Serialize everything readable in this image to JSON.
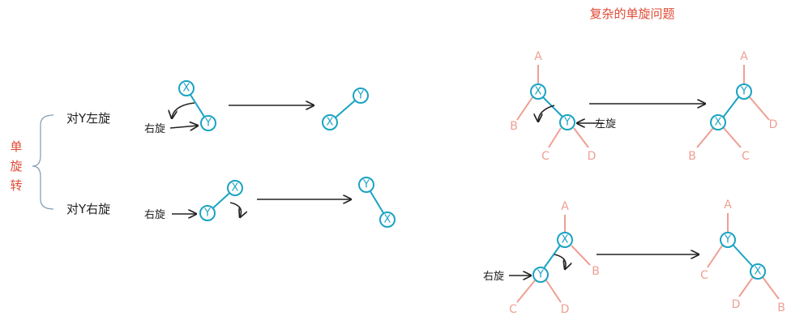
{
  "colors": {
    "blue": "#1aa3c2",
    "pink": "#ef9f93",
    "red": "#e04a34",
    "black": "#222222"
  },
  "left": {
    "category_chars": [
      "单",
      "旋",
      "转"
    ],
    "row1": {
      "label": "对Y左旋",
      "note": "右旋",
      "before": {
        "X": "X",
        "Y": "Y"
      },
      "after": {
        "X": "X",
        "Y": "Y"
      }
    },
    "row2": {
      "label": "对Y右旋",
      "note": "右旋",
      "before": {
        "X": "X",
        "Y": "Y"
      },
      "after": {
        "X": "X",
        "Y": "Y"
      }
    }
  },
  "right": {
    "title": "复杂的单旋问题",
    "top": {
      "note": "左旋",
      "before": {
        "A": "A",
        "X": "X",
        "B": "B",
        "Y": "Y",
        "C": "C",
        "D": "D"
      },
      "after": {
        "A": "A",
        "Y": "Y",
        "X": "X",
        "D": "D",
        "B": "B",
        "C": "C"
      }
    },
    "bottom": {
      "note": "右旋",
      "before": {
        "A": "A",
        "X": "X",
        "Y": "Y",
        "B": "B",
        "C": "C",
        "D": "D"
      },
      "after": {
        "A": "A",
        "Y": "Y",
        "C": "C",
        "X": "X",
        "D": "D",
        "B": "B"
      }
    }
  }
}
